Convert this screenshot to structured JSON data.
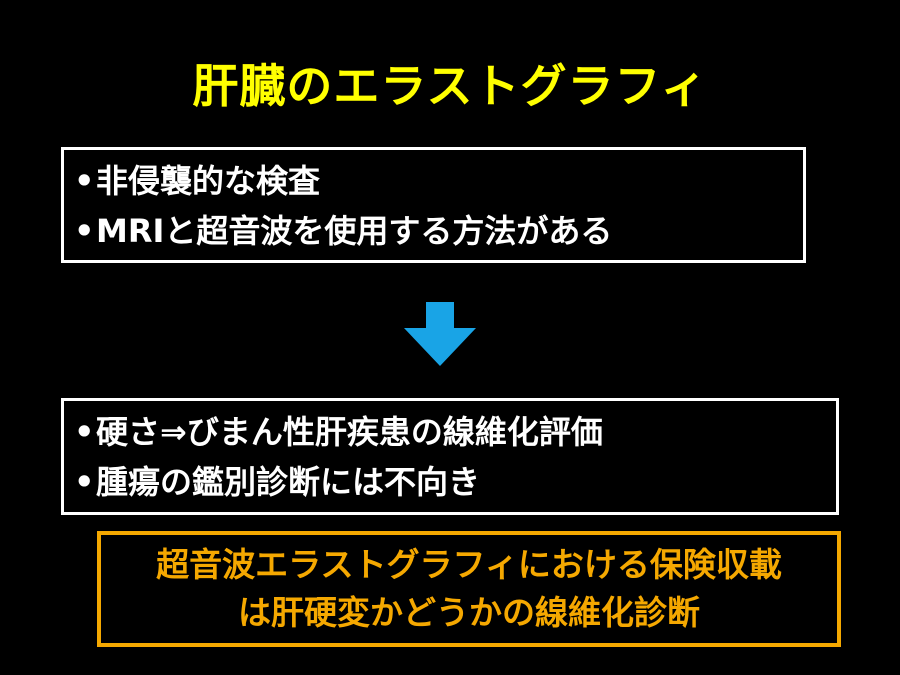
{
  "slide": {
    "title": "肝臓のエラストグラフィ",
    "box1": {
      "items": [
        "非侵襲的な検査",
        "MRIと超音波を使用する方法がある"
      ]
    },
    "arrow": {
      "icon": "down-arrow-icon",
      "color": "#19a4e6"
    },
    "box2": {
      "items": [
        "硬さ⇒びまん性肝疾患の線維化評価",
        "腫瘍の鑑別診断には不向き"
      ]
    },
    "note": {
      "lines": [
        "超音波エラストグラフィにおける保険収載",
        "は肝硬変かどうかの線維化診断"
      ],
      "color": "#f5a800"
    },
    "bullet_glyph": "•",
    "title_color": "#ffff00"
  }
}
